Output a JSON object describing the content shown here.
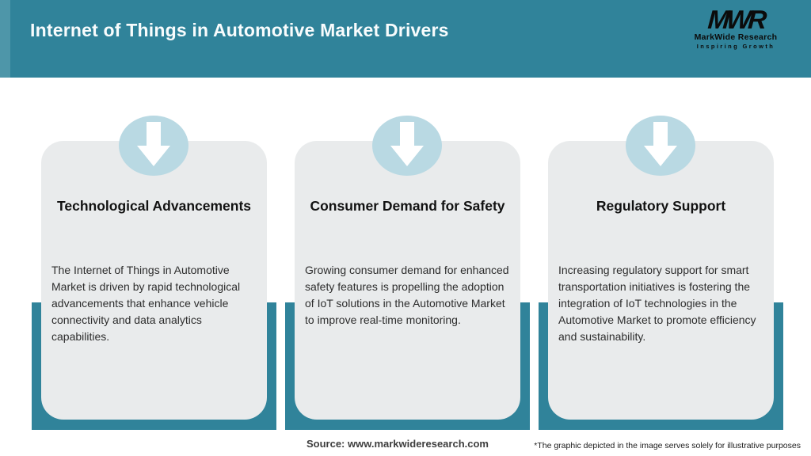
{
  "header": {
    "title": "Internet of Things in Automotive Market Drivers",
    "logo": {
      "mark": "MWR",
      "name": "MarkWide Research",
      "tagline": "Inspiring Growth"
    }
  },
  "cards": [
    {
      "icon": "down-arrow-icon",
      "title": "Technological Advancements",
      "body": "The Internet of Things in Automotive Market is driven by rapid technological advancements that enhance vehicle connectivity and data analytics capabilities."
    },
    {
      "icon": "down-arrow-icon",
      "title": "Consumer Demand for Safety",
      "body": "Growing consumer demand for enhanced safety features is propelling the adoption of IoT solutions in the Automotive Market to improve real-time monitoring."
    },
    {
      "icon": "down-arrow-icon",
      "title": "Regulatory Support",
      "body": "Increasing regulatory support for smart transportation initiatives is fostering the integration of IoT technologies in the Automotive Market to promote efficiency and sustainability."
    }
  ],
  "footer": {
    "source": "Source: www.markwideresearch.com",
    "disclaimer": "*The graphic depicted in the image serves solely for illustrative purposes"
  },
  "colors": {
    "teal": "#30839A",
    "teal_light": "#4E96A9",
    "circle_blue": "#B9D9E3",
    "card_gray": "#E9EBEC"
  }
}
